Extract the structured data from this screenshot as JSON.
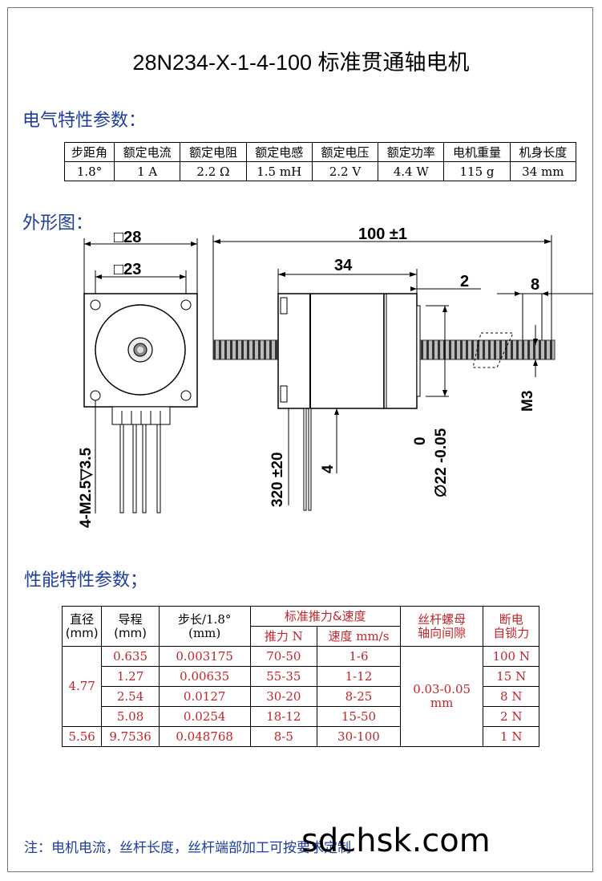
{
  "title": "28N234-X-1-4-100 标准贯通轴电机",
  "sections": {
    "electrical": "电气特性参数：",
    "outline": "外形图：",
    "performance": "性能特性参数；"
  },
  "electrical_table": {
    "headers": [
      "步距角",
      "额定电流",
      "额定电阻",
      "额定电感",
      "额定电压",
      "额定功率",
      "电机重量",
      "机身长度"
    ],
    "values": [
      "1.8°",
      "1 A",
      "2.2 Ω",
      "1.5 mH",
      "2.2 V",
      "4.4 W",
      "115 g",
      "34 mm"
    ]
  },
  "drawing": {
    "sq28": "□28",
    "sq23": "□23",
    "len100": "100 ±1",
    "len34": "34",
    "dim2": "2",
    "dim8": "8",
    "m3": "M3",
    "m25": "4-M2.5▽3.5",
    "lead": "320 ±20",
    "dim4": "4",
    "dia22a": "0",
    "dia22b": "∅22 -0.05"
  },
  "performance_table": {
    "h_diameter": "直径",
    "h_diameter_unit": "(mm)",
    "h_lead": "导程",
    "h_lead_unit": "(mm)",
    "h_step": "步长/1.8°",
    "h_step_unit": "(mm)",
    "h_std": "标准推力&速度",
    "h_thrust": "推力 N",
    "h_speed": "速度 mm/s",
    "h_nut1": "丝杆螺母",
    "h_nut2": "轴向间隙",
    "h_lock1": "断电",
    "h_lock2": "自锁力",
    "dia_a": "4.77",
    "dia_b": "5.56",
    "gap1": "0.03-0.05",
    "gap2": "mm",
    "rows": [
      {
        "lead": "0.635",
        "step": "0.003175",
        "thrust": "70-50",
        "speed": "1-6",
        "lock": "100 N"
      },
      {
        "lead": "1.27",
        "step": "0.00635",
        "thrust": "55-35",
        "speed": "1-12",
        "lock": "15 N"
      },
      {
        "lead": "2.54",
        "step": "0.0127",
        "thrust": "30-20",
        "speed": "8-25",
        "lock": "8 N"
      },
      {
        "lead": "5.08",
        "step": "0.0254",
        "thrust": "18-12",
        "speed": "15-50",
        "lock": "2 N"
      },
      {
        "lead": "9.7536",
        "step": "0.048768",
        "thrust": "8-5",
        "speed": "30-100",
        "lock": "1 N"
      }
    ]
  },
  "note": "注：电机电流，丝杆长度，丝杆端部加工可按要求定制",
  "watermark": "sdchsk.com"
}
